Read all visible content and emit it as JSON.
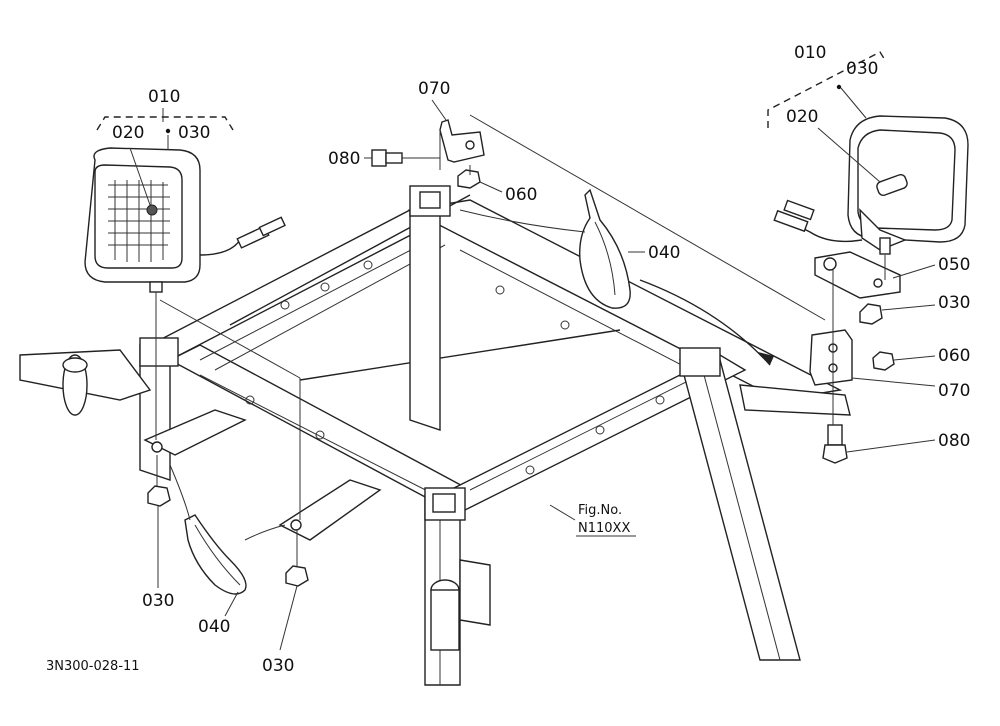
{
  "labels": {
    "left_010": "010",
    "left_020": "020",
    "left_030": "030",
    "right_010": "010",
    "right_030": "030",
    "right_020": "020",
    "c070_top": "070",
    "c080_top": "080",
    "c060_top": "060",
    "c040_top": "040",
    "r050": "050",
    "r030": "030",
    "r060": "060",
    "r070": "070",
    "r080": "080",
    "bl030": "030",
    "bl040": "040",
    "bc030": "030"
  },
  "figure_ref": {
    "line1": "Fig.No.",
    "line2": "N110XX"
  },
  "drawing_id": "3N300-028-11"
}
